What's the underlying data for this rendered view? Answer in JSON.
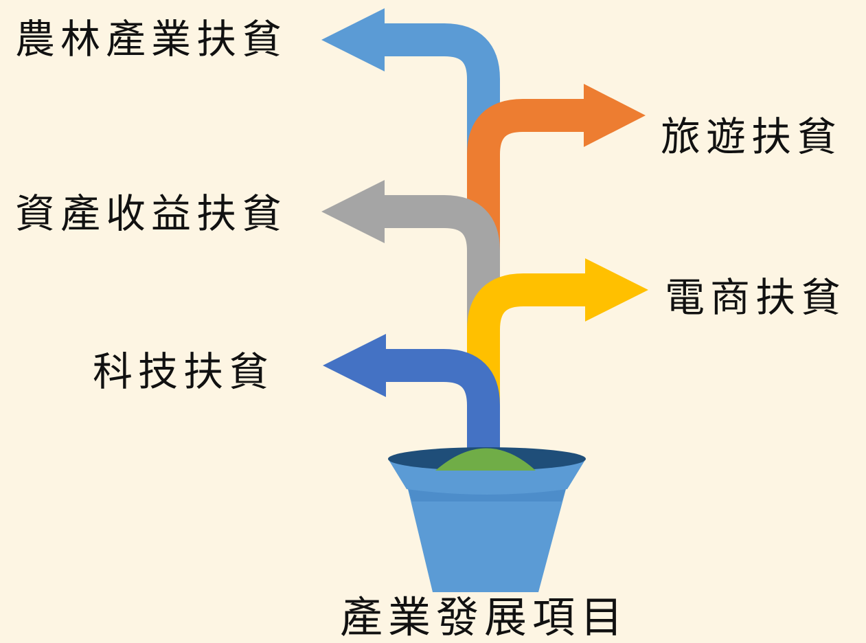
{
  "diagram": {
    "root_label": "產業發展項目",
    "branches": [
      {
        "id": "agri",
        "label": "農林產業扶貧",
        "color": "#5b9bd5"
      },
      {
        "id": "tourism",
        "label": "旅遊扶貧",
        "color": "#ed7d31"
      },
      {
        "id": "asset",
        "label": "資產收益扶貧",
        "color": "#a5a5a5"
      },
      {
        "id": "ecommerce",
        "label": "電商扶貧",
        "color": "#ffc000"
      },
      {
        "id": "tech",
        "label": "科技扶貧",
        "color": "#4472c4"
      }
    ],
    "pot": {
      "rim_color": "#5b9bd5",
      "rim_inner_color": "#1f4e79",
      "soil_color": "#70ad47",
      "body_color": "#5b9bd5"
    },
    "background": "#fdf5e3"
  }
}
